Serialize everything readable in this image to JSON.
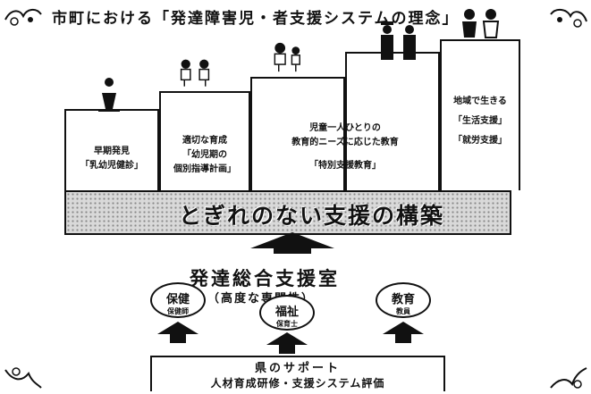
{
  "header": {
    "title": "市町における「発達障害児・者支援システムの理念」"
  },
  "stages": [
    {
      "line1": "早期発見",
      "line2": "「乳幼児健診」"
    },
    {
      "line1": "適切な育成",
      "line2": "「幼児期の",
      "line3": "個別指導計画」"
    },
    {
      "line1": "児童一人ひとりの",
      "line2": "教育的ニーズに応じた教育",
      "line3": "「特別支援教育」"
    },
    {
      "line1": "地域で生きる",
      "line2": "「生活支援」",
      "line3": "「就労支援」"
    }
  ],
  "banner": {
    "text": "とぎれのない支援の構築"
  },
  "center": {
    "title": "発達総合支援室",
    "subtitle": "（高度な専門性）",
    "ovals": [
      {
        "label": "保健",
        "sub": "保健師"
      },
      {
        "label": "福祉",
        "sub": "保育士"
      },
      {
        "label": "教育",
        "sub": "教員"
      }
    ]
  },
  "prefecture": {
    "line1": "県のサポート",
    "line2": "人材育成研修・支援システム評価"
  }
}
